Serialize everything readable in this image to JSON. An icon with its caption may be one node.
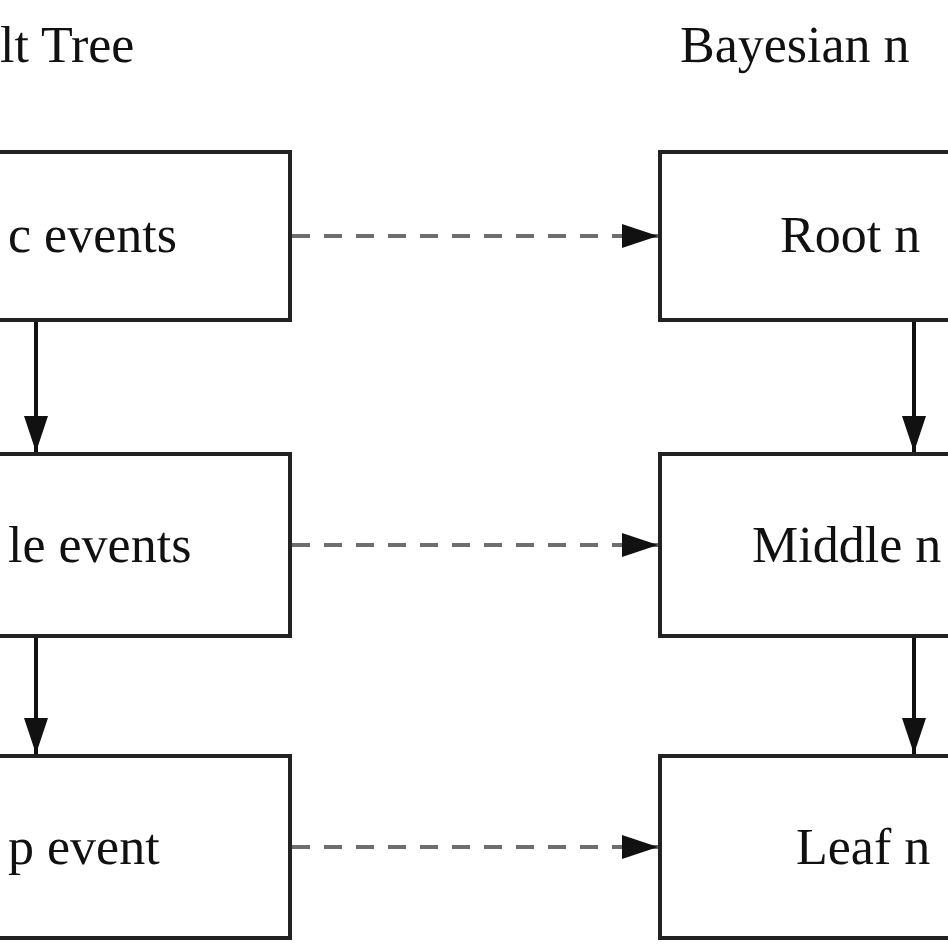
{
  "diagram": {
    "nodes": [
      {
        "text": [
          "c events"
        ]
      },
      {
        "text": [
          "Root n"
        ]
      },
      {
        "text": [
          "le events"
        ]
      },
      {
        "text": [
          "Middle n"
        ]
      },
      {
        "text": [
          "p event"
        ]
      },
      {
        "text": [
          "Leaf n"
        ]
      }
    ],
    "edges": [
      {
        "from": 0,
        "to": 1,
        "arrow": "to",
        "style": "dashed",
        "color": "#6e6e6e"
      },
      {
        "from": 0,
        "to": 2,
        "arrow": "to"
      },
      {
        "from": 1,
        "to": 3,
        "arrow": "to"
      },
      {
        "from": 2,
        "to": 3,
        "arrow": "to",
        "style": "dashed",
        "color": "#6e6e6e"
      },
      {
        "from": 2,
        "to": 4,
        "arrow": "to"
      },
      {
        "from": 3,
        "to": 5,
        "arrow": "to"
      },
      {
        "from": 4,
        "to": 5,
        "arrow": "to",
        "style": "dashed",
        "color": "#6e6e6e"
      }
    ],
    "labels": [
      "lt Tree",
      "Bayesian n"
    ]
  }
}
